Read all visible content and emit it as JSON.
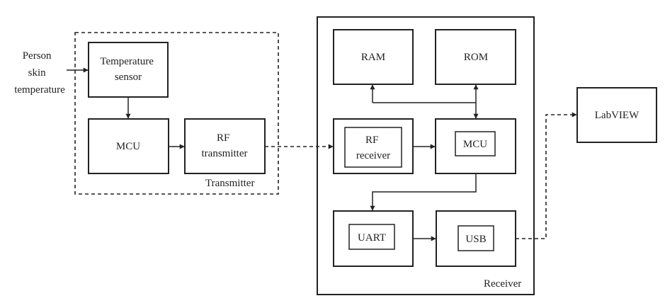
{
  "diagram": {
    "input_label": [
      "Person",
      "skin",
      "temperature"
    ],
    "transmitter": {
      "group_label": "Transmitter",
      "temperature_sensor": [
        "Temperature",
        "sensor"
      ],
      "mcu": "MCU",
      "rf_transmitter": [
        "RF",
        "transmitter"
      ]
    },
    "receiver": {
      "group_label": "Receiver",
      "ram": "RAM",
      "rom": "ROM",
      "rf_receiver": [
        "RF",
        "receiver"
      ],
      "mcu": "MCU",
      "uart": "UART",
      "usb": "USB"
    },
    "labview": "LabVIEW"
  }
}
